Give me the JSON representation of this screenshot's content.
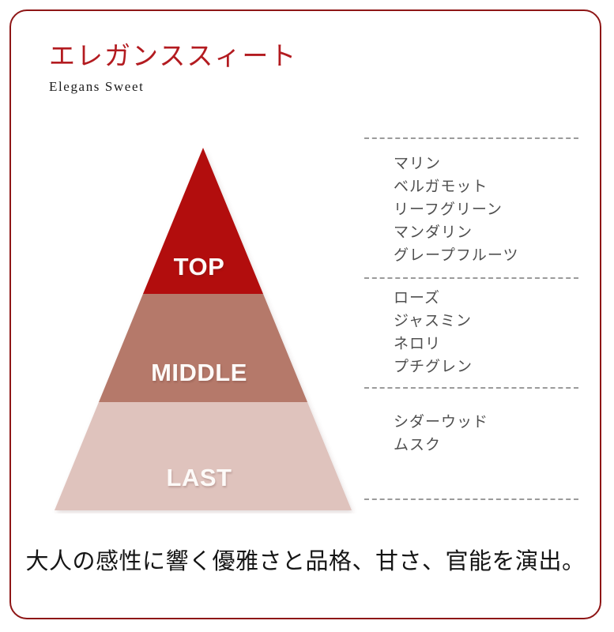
{
  "card": {
    "border_color": "#8e1616",
    "background": "#ffffff"
  },
  "header": {
    "title_jp": "エレガンススィート",
    "title_en": "Elegans Sweet",
    "title_jp_color": "#b31b20",
    "title_en_color": "#1c1c1c"
  },
  "pyramid": {
    "bands": [
      {
        "label": "TOP",
        "color": "#b20d0d"
      },
      {
        "label": "MIDDLE",
        "color": "#b5796b"
      },
      {
        "label": "LAST",
        "color": "#dfc3bd"
      }
    ],
    "label_color": "#fdfaf8"
  },
  "notes": {
    "divider_color": "#9b9b9b",
    "text_color": "#4f4f4f",
    "groups": [
      {
        "tier": "TOP",
        "items": [
          "マリン",
          "ベルガモット",
          "リーフグリーン",
          "マンダリン",
          "グレープフルーツ"
        ]
      },
      {
        "tier": "MIDDLE",
        "items": [
          "ローズ",
          "ジャスミン",
          "ネロリ",
          "プチグレン"
        ]
      },
      {
        "tier": "LAST",
        "items": [
          "シダーウッド",
          "ムスク"
        ]
      }
    ]
  },
  "tagline": {
    "text": "大人の感性に響く優雅さと品格、甘さ、官能を演出。",
    "color": "#151515"
  }
}
